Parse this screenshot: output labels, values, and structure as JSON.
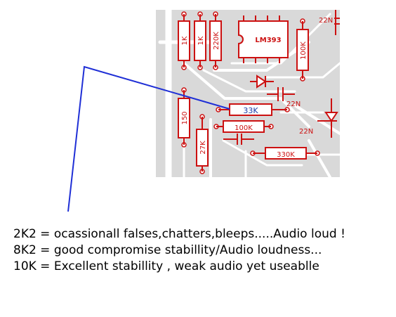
{
  "colors": {
    "background": "#ffffff",
    "board": "#d9d9d9",
    "copper": "#ffffff",
    "component_outline": "#cc1111",
    "highlight_label": "#1a3aa8",
    "pointer_line": "#1f2fd6",
    "note_text": "#000000"
  },
  "components": {
    "r_1k_a": "1K",
    "r_1k_b": "1K",
    "r_220k": "220K",
    "ic": "LM393",
    "r_100k_vertical": "100K",
    "c_22n_top": "22N",
    "c_22n_mid": "22N",
    "c_22n_right": "22N",
    "r_33k_highlighted": "33K",
    "r_100k_horizontal": "100K",
    "r_150": "150",
    "r_27k": "27K",
    "r_330k": "330K"
  },
  "notes": [
    "2K2 = ocassionall falses,chatters,bleeps.....Audio loud !",
    "8K2 = good compromise stabillity/Audio loudness...",
    "10K = Excellent stabillity , weak audio yet useablle"
  ]
}
